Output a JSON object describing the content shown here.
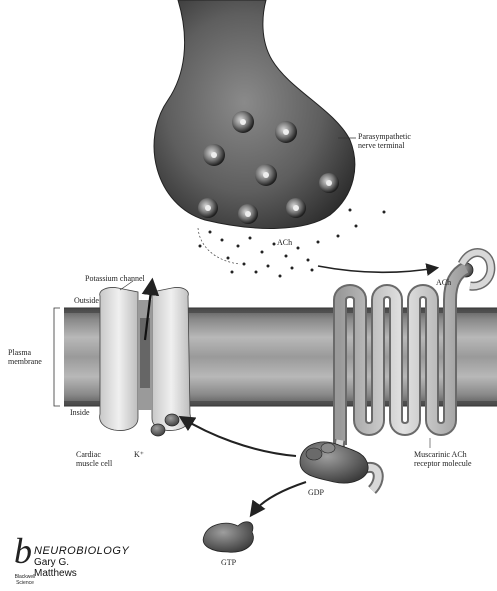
{
  "labels": {
    "nerve_terminal": [
      "Parasympathetic",
      "nerve terminal"
    ],
    "ach_cleft": "ACh",
    "ach_receptor": "ACh",
    "potassium_channel": "Potassium channel",
    "outside": "Outside",
    "plasma_membrane": [
      "Plasma",
      "membrane"
    ],
    "inside": "Inside",
    "cardiac_cell": [
      "Cardiac",
      "muscle cell"
    ],
    "k_ion": "K⁺",
    "muscarinic_receptor": [
      "Muscarinic ACh",
      "receptor molecule"
    ],
    "gdp": "GDP",
    "gtp": "GTP"
  },
  "brand": {
    "logo": "b",
    "title": "NEUROBIOLOGY",
    "author": "Gary G. Matthews",
    "publisher": [
      "Blackwell",
      "Science"
    ]
  }
}
